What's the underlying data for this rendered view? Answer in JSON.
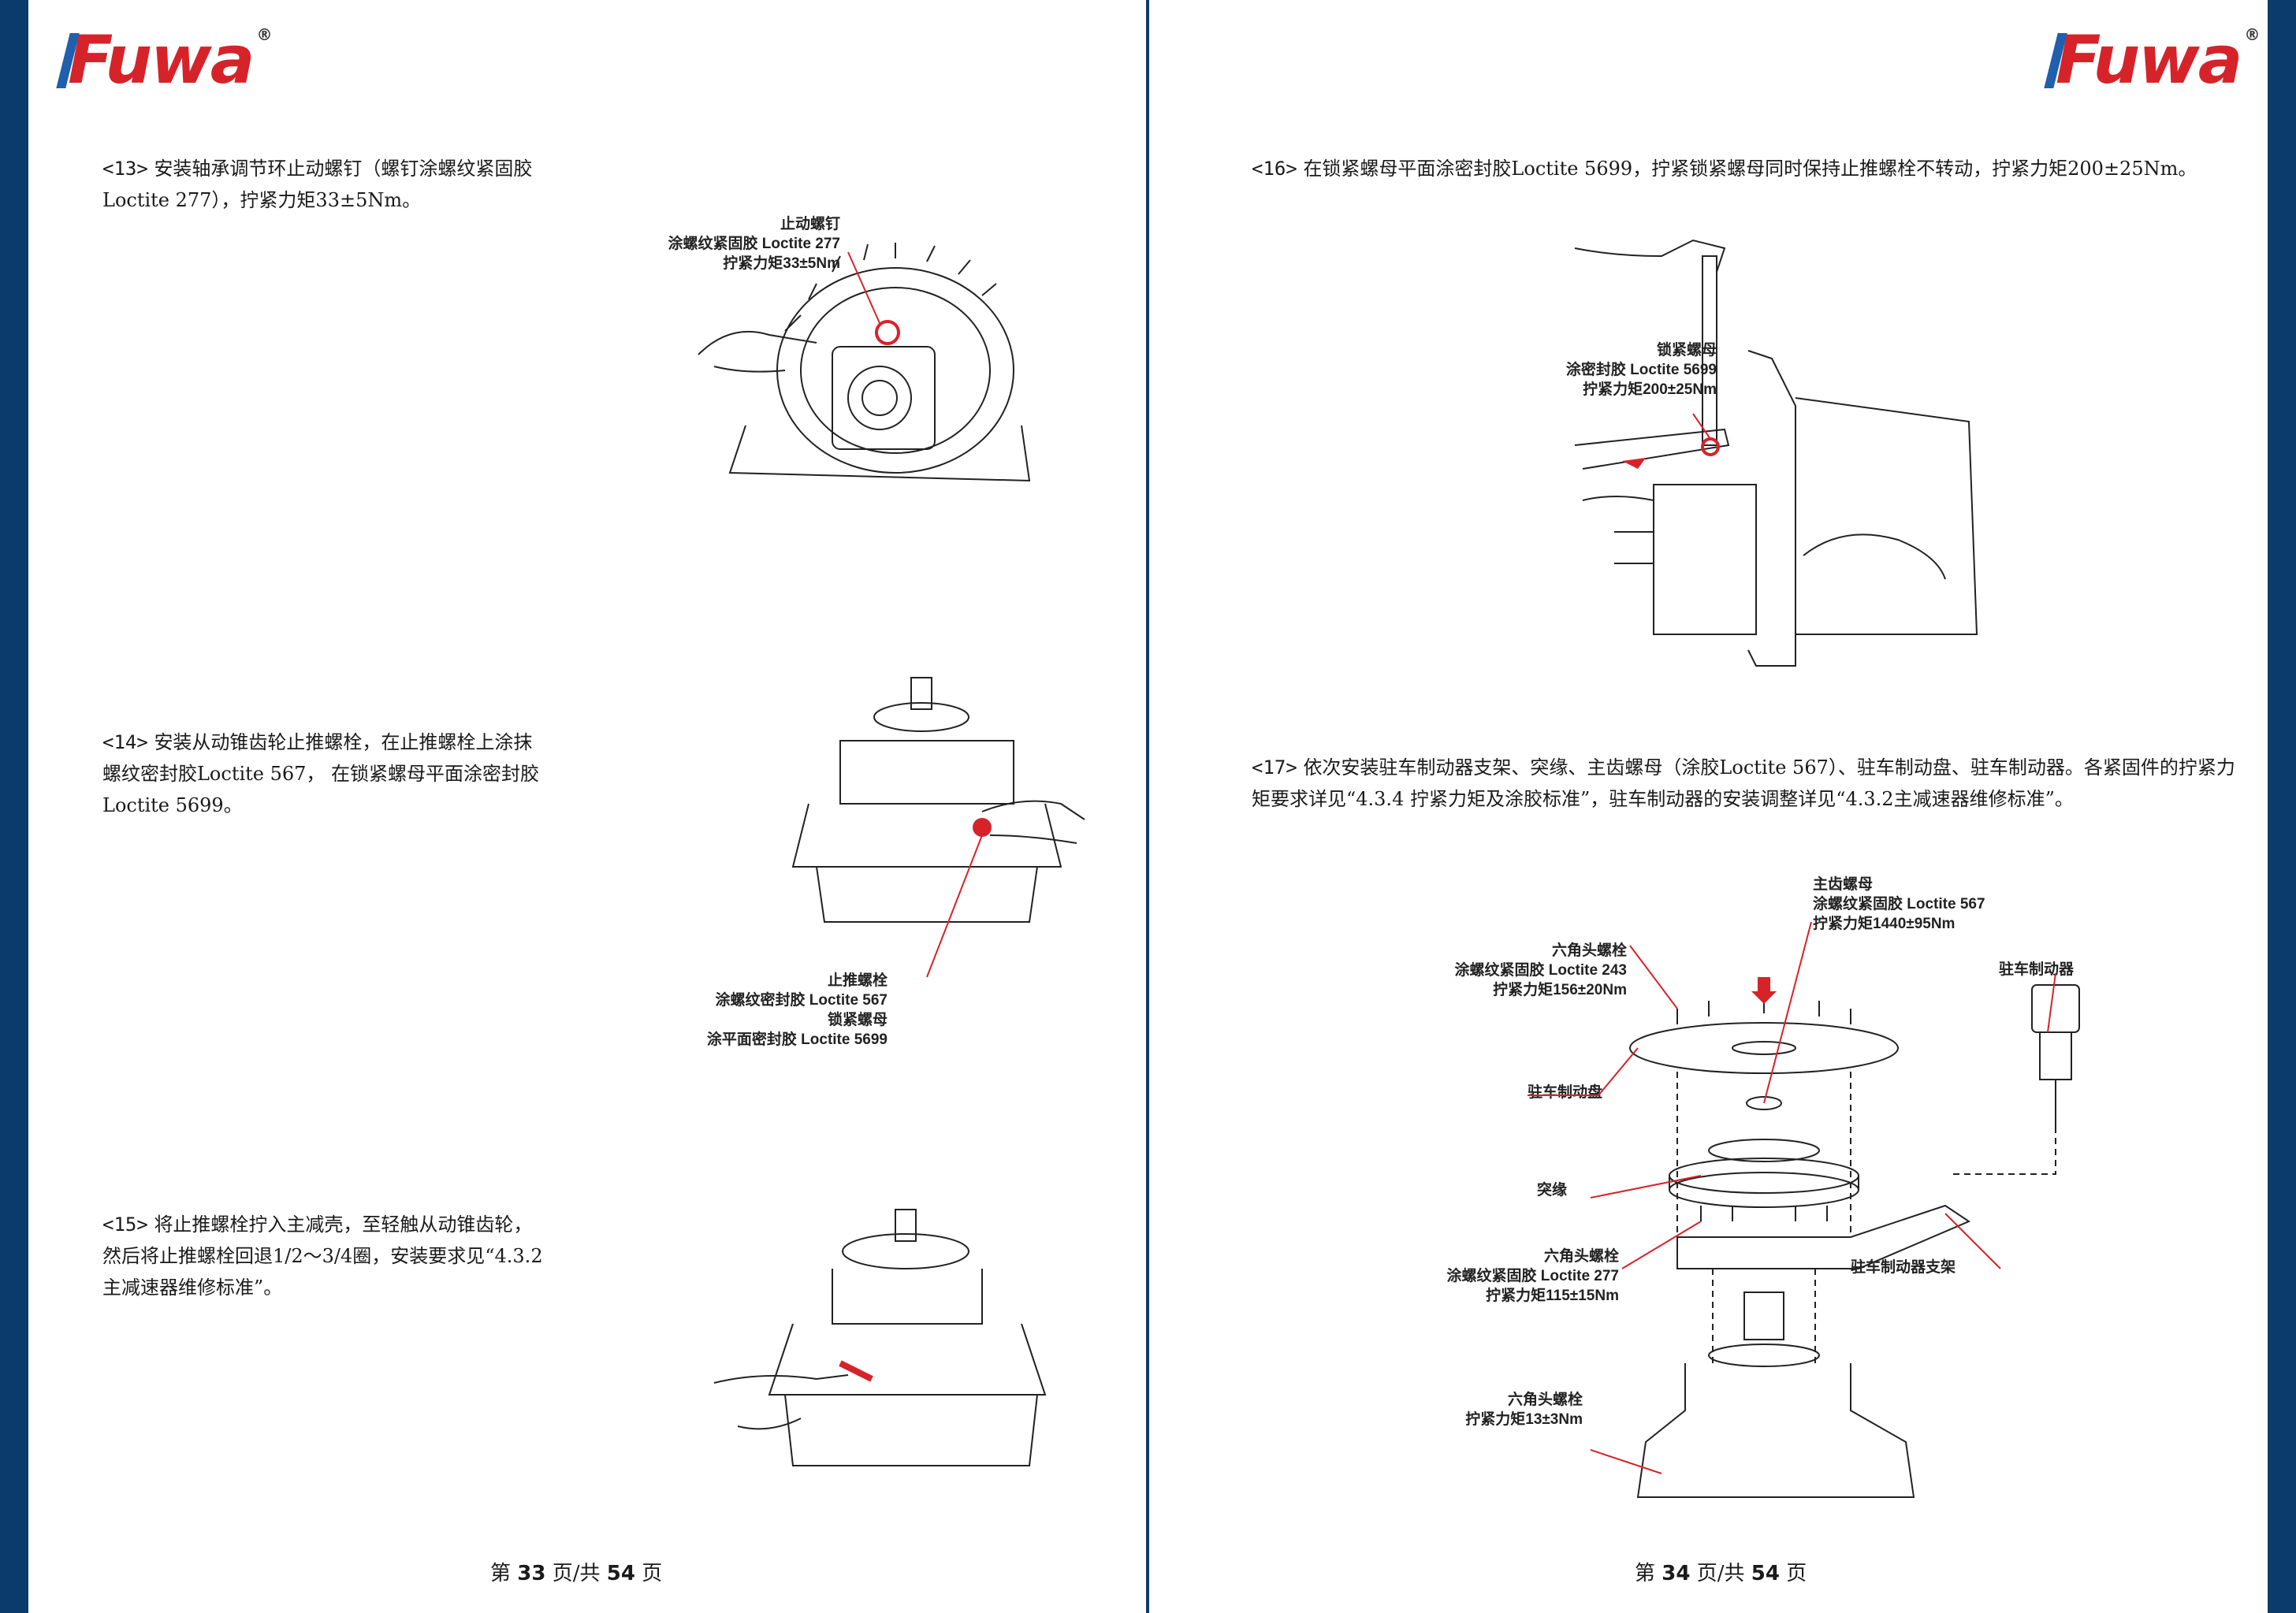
{
  "brand": {
    "name": "Fuwa",
    "registered": "®",
    "colors": {
      "red": "#d6232a",
      "blue": "#1f5fae",
      "frame": "#0b3a6c"
    }
  },
  "left_page": {
    "steps": [
      {
        "num": "<13>",
        "text": "安装轴承调节环止动螺钉（螺钉涂螺纹紧固胶Loctite 277），拧紧力矩33±5Nm。",
        "callout": [
          "止动螺钉",
          "涂螺纹紧固胶 Loctite 277",
          "拧紧力矩33±5Nm"
        ]
      },
      {
        "num": "<14>",
        "text": "安装从动锥齿轮止推螺栓，在止推螺栓上涂抹螺纹密封胶Loctite 567， 在锁紧螺母平面涂密封胶Loctite 5699。",
        "callout": [
          "止推螺栓",
          "涂螺纹密封胶 Loctite 567",
          "锁紧螺母",
          "涂平面密封胶 Loctite 5699"
        ]
      },
      {
        "num": "<15>",
        "text": "将止推螺栓拧入主减壳，至轻触从动锥齿轮，然后将止推螺栓回退1/2～3/4圈，安装要求见“4.3.2 主减速器维修标准”。"
      }
    ],
    "footer": {
      "prefix": "第",
      "page": "33",
      "mid": "页/共",
      "total": "54",
      "suffix": "页"
    }
  },
  "right_page": {
    "steps": [
      {
        "num": "<16>",
        "text": "在锁紧螺母平面涂密封胶Loctite 5699，拧紧锁紧螺母同时保持止推螺栓不转动，拧紧力矩200±25Nm。",
        "callout": [
          "锁紧螺母",
          "涂密封胶 Loctite 5699",
          "拧紧力矩200±25Nm"
        ]
      },
      {
        "num": "<17>",
        "text": "依次安装驻车制动器支架、突缘、主齿螺母（涂胶Loctite 567）、驻车制动盘、驻车制动器。各紧固件的拧紧力矩要求详见“4.3.4 拧紧力矩及涂胶标准”，驻车制动器的安装调整详见“4.3.2主减速器维修标准”。"
      }
    ],
    "diagram_labels": {
      "main_nut": [
        "主齿螺母",
        "涂螺纹紧固胶 Loctite 567",
        "拧紧力矩1440±95Nm"
      ],
      "hex_bolt_1": [
        "六角头螺栓",
        "涂螺纹紧固胶 Loctite 243",
        "拧紧力矩156±20Nm"
      ],
      "parking_brake": "驻车制动器",
      "brake_disc": "驻车制动盘",
      "flange": "突缘",
      "hex_bolt_2": [
        "六角头螺栓",
        "涂螺纹紧固胶 Loctite 277",
        "拧紧力矩115±15Nm"
      ],
      "bracket": "驻车制动器支架",
      "hex_bolt_3": [
        "六角头螺栓",
        "拧紧力矩13±3Nm"
      ]
    },
    "footer": {
      "prefix": "第",
      "page": "34",
      "mid": "页/共",
      "total": "54",
      "suffix": "页"
    }
  }
}
